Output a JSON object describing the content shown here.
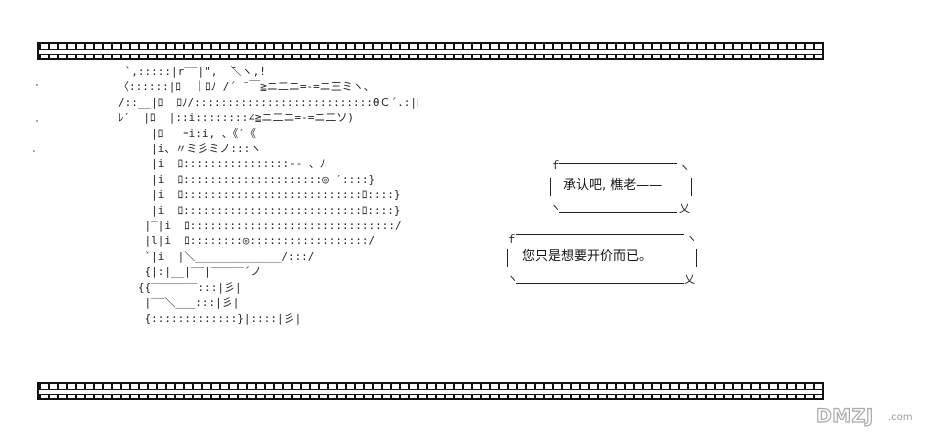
{
  "speech_bubbles": [
    {
      "text": "承认吧, 樵老——"
    },
    {
      "text": "您只是想要开价而已。"
    }
  ],
  "ascii_art": {
    "lines": [
      " `,:::::|r‾‾|\",  ̄＼ヽ,!   ",
      "〈::::::|ﾛ  ｜ﾛﾉ /´ ¨￣≧ニ二ニ=-=ニ三ミヽ、",
      "/::__|ﾛ  ﾛﾉ/:::::::::::::::::::::::::::θＣ´.:|ﾛ",
      "ﾚ′  |ﾛ  |::i::::::::∠≧ニ二ニ=-=ニ二ソ)",
      "     |ﾛ   ｰi:i, 、《′《",
      "     |i、〃ミ彡ミノ:::ヽ",
      "     |i  ﾛ::::::::::::::::‐- 、ﾉ",
      "     |i  ﾛ:::::::::::::::::::::◎ ′::::}",
      "     |i  ﾛ:::::::::::::::::::::::::::ﾛ::::}",
      "     |i  ﾛ:::::::::::::::::::::::::::ﾛ::::}",
      "    |‾|i  ﾛ:::::::::::::::::::::::::::::::/",
      "    |l|i  ﾛ::::::::◎::::::::::::::::::/",
      "    `|i  |＼_____________/:::/",
      "    {|:|__|‾‾|‾‾‾‾‾´ノ",
      "   {{‾‾‾‾‾‾‾:::|彡|",
      "    |‾‾＼___:::|彡|",
      "    {:::::::::::::}|::::|彡|"
    ]
  },
  "watermark": {
    "logo": "DMZJ",
    "suffix": ".com"
  }
}
